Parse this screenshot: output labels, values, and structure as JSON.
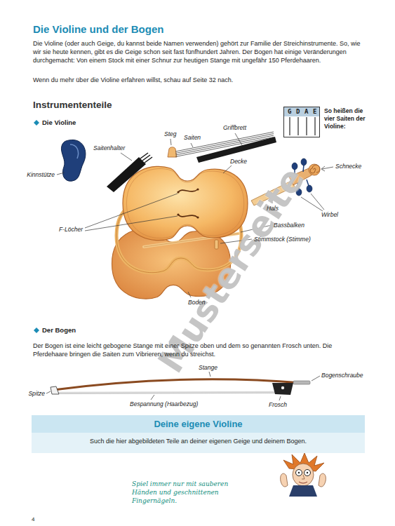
{
  "diagram": {
    "title": "Die Violine und der Bogen",
    "nodes": [
      {
        "text": [
          "G D A E"
        ]
      },
      {
        "text": [
          "Deine eigene Violine",
          "Such die hier abgebildeten Teile an deiner eigenen Geige und deinem Bogen."
        ]
      }
    ],
    "labels": [
      "Die Violine (oder auch Geige, du kannst beide Namen verwenden) gehört zur Familie der Streichinstrumente. So, wie wir sie heute kennen, gibt es die Geige schon seit fast fünfhundert Jahren. Der Bogen hat einige Veränderungen durchgemacht: Von einem Stock mit einer Schnur zur heutigen Stange mit ungefähr 150 Pferdehaaren.",
      "Wenn du mehr über die Violine erfahren willst, schau auf Seite 32 nach.",
      "Instrumententeile",
      "Die Violine",
      "So heißen die vier Saiten der Violine:",
      "Steg",
      "Saiten",
      "Griffbrett",
      "Saitenhalter",
      "Kinnstütze",
      "Decke",
      "Schnecke",
      "Hals",
      "Wirbel",
      "F-Löcher",
      "Bassbalken",
      "Stimmstock (Stimme)",
      "Boden",
      "Der Bogen",
      "Der Bogen ist eine leicht gebogene Stange mit einer Spitze oben und dem so genannten Frosch unten. Die Pferdehaare bringen die Saiten zum Vibrieren, wenn du streichst.",
      "Stange",
      "Bogenschraube",
      "Spitze",
      "Bespannung (Haarbezug)",
      "Frosch",
      "Spiel immer nur mit sauberen Händen und geschnittenen Fingernägeln.",
      "4",
      "Musterseite"
    ]
  }
}
